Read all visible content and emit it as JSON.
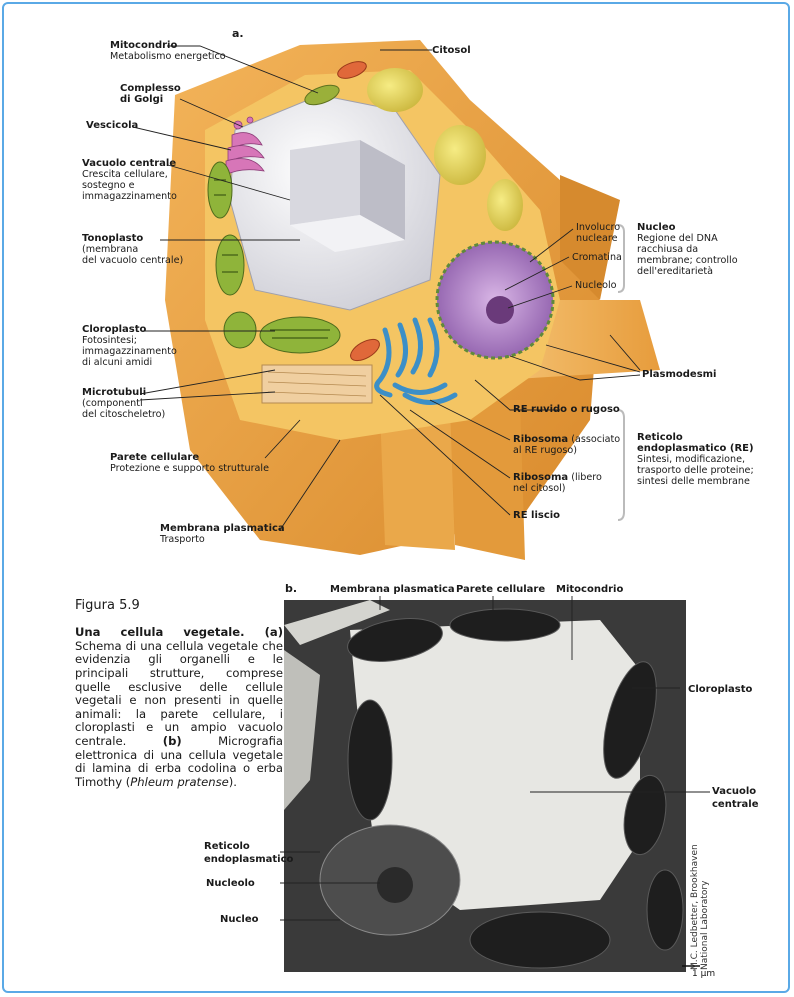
{
  "panel_a": {
    "letter": "a.",
    "labels": {
      "mitocondrio": {
        "title": "Mitocondrio",
        "desc": [
          "Metabolismo energetico"
        ]
      },
      "citosol": {
        "title": "Citosol",
        "desc": []
      },
      "golgi": {
        "title": "Complesso di Golgi",
        "title_lines": [
          "Complesso",
          "di Golgi"
        ],
        "desc": []
      },
      "vescicola": {
        "title": "Vescicola",
        "desc": []
      },
      "vacuolo": {
        "title": "Vacuolo centrale",
        "desc": [
          "Crescita cellulare,",
          "sostegno e",
          "immagazzinamento"
        ]
      },
      "tonoplasto": {
        "title": "Tonoplasto",
        "desc": [
          "(membrana",
          "del vacuolo centrale)"
        ]
      },
      "cloroplasto": {
        "title": "Cloroplasto",
        "desc": [
          "Fotosintesi;",
          "immagazzinamento",
          "di alcuni amidi"
        ]
      },
      "microtubuli": {
        "title": "Microtubuli",
        "desc": [
          "(componenti",
          "del citoscheletro)"
        ]
      },
      "parete": {
        "title": "Parete cellulare",
        "desc": [
          "Protezione e supporto strutturale"
        ]
      },
      "membrana": {
        "title": "Membrana plasmatica",
        "desc": [
          "Trasporto"
        ]
      },
      "involucro": {
        "title": "",
        "desc": [
          "Involucro",
          "nucleare"
        ]
      },
      "cromatina": {
        "title": "",
        "desc": [
          "Cromatina"
        ]
      },
      "nucleolo": {
        "title": "",
        "desc": [
          "Nucleolo"
        ]
      },
      "nucleo": {
        "title": "Nucleo",
        "desc": [
          "Regione del DNA",
          "racchiusa da",
          "membrane; controllo",
          "dell'ereditarietà"
        ]
      },
      "plasmodesmi": {
        "title": "Plasmodesmi",
        "desc": []
      },
      "re_ruvido": {
        "title": "RE ruvido o rugoso",
        "desc": []
      },
      "ribosoma_assoc": {
        "title": "Ribosoma",
        "suffix": " (associato",
        "desc": [
          "al RE rugoso)"
        ]
      },
      "ribosoma_libero": {
        "title": "Ribosoma",
        "suffix": " (libero",
        "desc": [
          "nel citosol)"
        ]
      },
      "re_liscio": {
        "title": "RE liscio",
        "desc": []
      },
      "reticolo": {
        "title": "Reticolo endoplasmatico (RE)",
        "title_lines": [
          "Reticolo",
          "endoplasmatico (RE)"
        ],
        "desc": [
          "Sintesi, modificazione,",
          "trasporto delle proteine;",
          "sintesi delle membrane"
        ]
      }
    }
  },
  "panel_b": {
    "letter": "b.",
    "labels": {
      "membrana": "Membrana plasmatica",
      "parete": "Parete cellulare",
      "mitocondrio": "Mitocondrio",
      "cloroplasto": "Cloroplasto",
      "vacuolo": [
        "Vacuolo",
        "centrale"
      ],
      "reticolo": [
        "Reticolo",
        "endoplasmatico"
      ],
      "nucleolo": "Nucleolo",
      "nucleo": "Nucleo"
    },
    "credit": [
      "M.C. Ledbetter, Brookhaven",
      "National Laboratory"
    ],
    "scale": "1 µm"
  },
  "caption": {
    "figure": "Figura 5.9",
    "text_parts": [
      {
        "t": "Una cellula vegetale. ",
        "bold": true
      },
      {
        "t": "(a)",
        "bold": true
      },
      {
        "t": " Schema di una cellula vegetale che evidenzia gli organelli e le principali strutture, comprese quelle esclusive delle cellule vegetali e non presenti in quelle animali: la parete cellulare, i cloroplasti e un ampio vacuolo centrale. ",
        "bold": false
      },
      {
        "t": "(b)",
        "bold": true
      },
      {
        "t": " Micrografia elettronica di una cellula vegetale di lamina di erba codolina o erba Timothy (",
        "bold": false
      },
      {
        "t": "Phleum pratense",
        "italic": true
      },
      {
        "t": ").",
        "bold": false
      }
    ]
  },
  "colors": {
    "frame": "#5aa9e6",
    "wall": "#e9a441",
    "vacuole": "#ececf0",
    "chloroplast": "#8fb43a",
    "nucleus": "#a77cc0",
    "er": "#3c8fc7"
  }
}
